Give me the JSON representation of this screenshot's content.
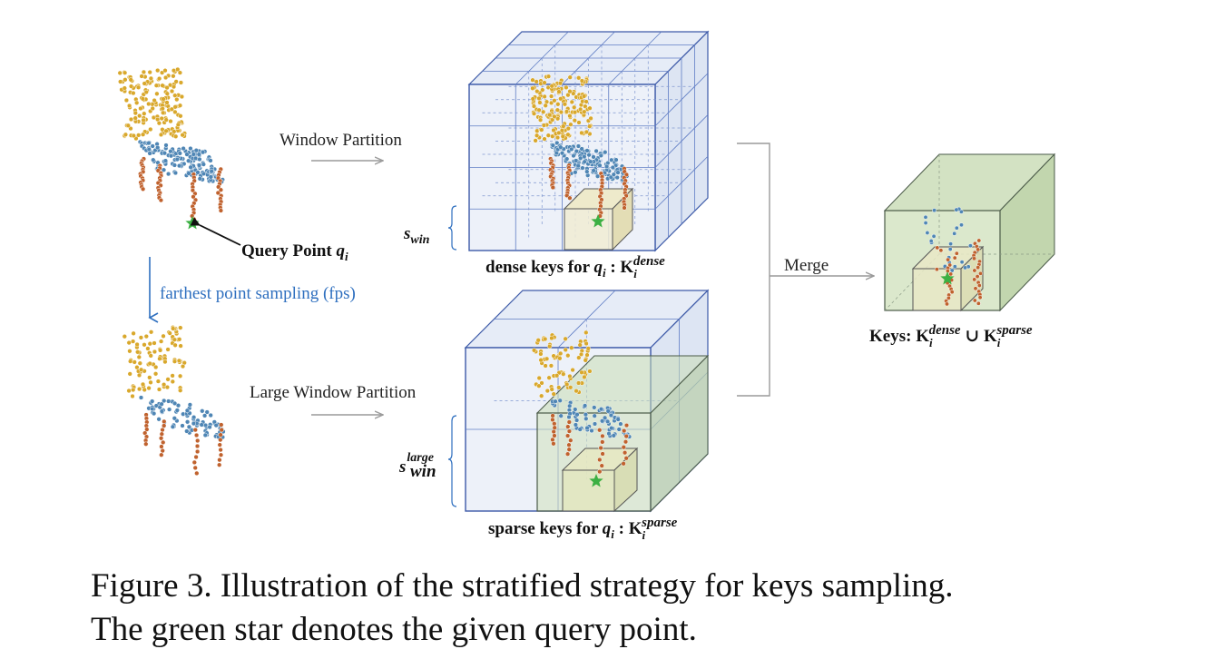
{
  "labels": {
    "window_partition": "Window Partition",
    "large_window_partition": "Large Window Partition",
    "fps": "farthest point sampling (fps)",
    "merge": "Merge",
    "query_point_prefix": "Query Point ",
    "query_point_var": "q",
    "query_point_sub": "i",
    "s_win_base": "s",
    "s_win_sub": "win",
    "s_win_large_sup": "large",
    "dense_keys_prefix": "dense keys for ",
    "sparse_keys_prefix": "sparse keys for ",
    "q_var": "q",
    "i_sub": "i",
    "colon": " : ",
    "K": "K",
    "dense_sup": "dense",
    "sparse_sup": "sparse",
    "keys_prefix": "Keys: ",
    "union": " ∪ "
  },
  "caption": {
    "line1": "Figure 3.  Illustration of the stratified strategy for keys sampling.",
    "line2": "The green star denotes the given query point."
  },
  "colors": {
    "seat_points": "#d9a82c",
    "back_points": "#4f86b5",
    "leg_points": "#c0622e",
    "cube_fill": "#e8eef8",
    "cube_stroke": "#3d5aa8",
    "green_fill": "#c9dcb4",
    "small_box_fill": "#e5e0b8",
    "star": "#3cb043",
    "fps_text": "#2e6fbf"
  },
  "icons": {
    "star": "star-icon",
    "arrows": "arrow-right-icon"
  }
}
